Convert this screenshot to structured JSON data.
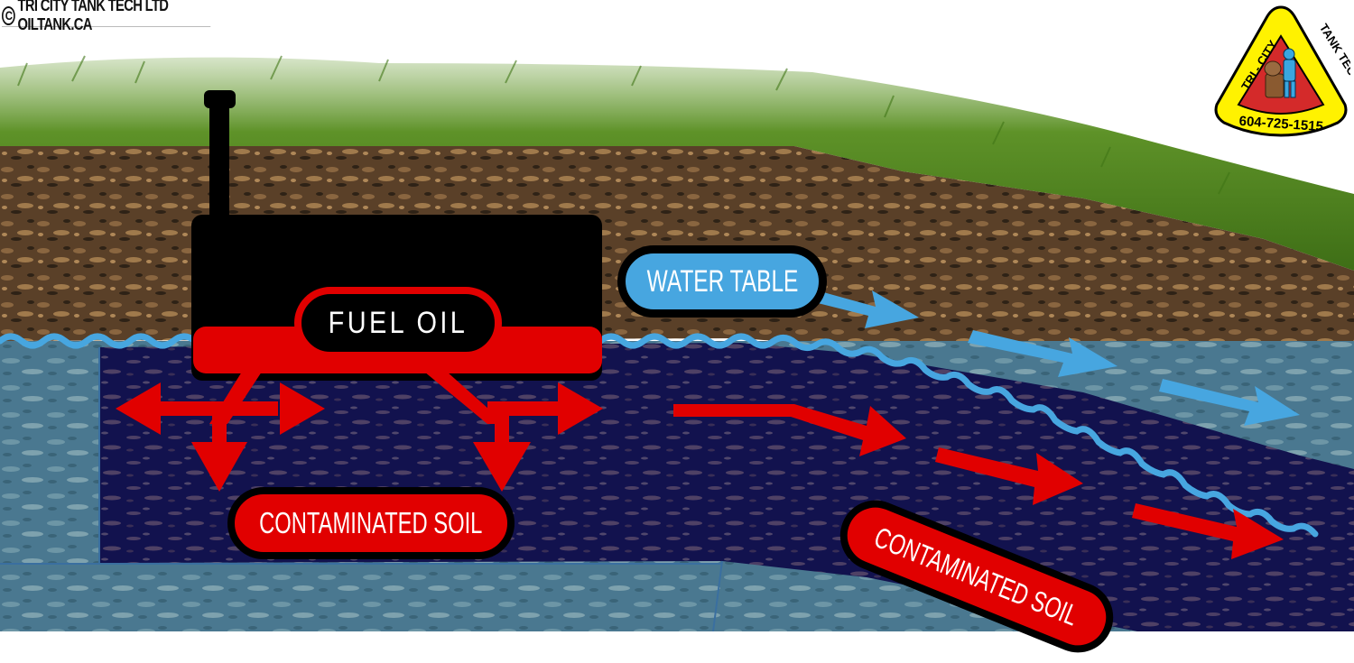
{
  "header": {
    "copyright_symbol": "C",
    "copyright_text": "TRI CITY TANK TECH LTD  OILTANK.CA"
  },
  "logo": {
    "top_text_left": "TRI - CITY",
    "top_text_right": "TANK TECH",
    "phone": "604-725-1515",
    "colors": {
      "outer": "#fff200",
      "inner": "#d42a2a",
      "border": "#000000"
    }
  },
  "labels": {
    "water_table": "WATER TABLE",
    "fuel_oil": "FUEL OIL",
    "contaminated_soil_left": "CONTAMINATED SOIL",
    "contaminated_soil_right": "CONTAMINATED SOIL"
  },
  "colors": {
    "grass": "#4f8a1f",
    "soil": "#5a4028",
    "groundwater": "#12124e",
    "bedrock_light": "#4f7c93",
    "water_line": "#47a6e0",
    "oil_red": "#e10000",
    "tank": "#000000"
  },
  "diagram": {
    "elements": [
      "underground fuel oil tank with vent pipe",
      "water table wavy line",
      "blue groundwater flow arrows",
      "red contamination spread arrows",
      "contaminated saturated soil zone"
    ]
  }
}
